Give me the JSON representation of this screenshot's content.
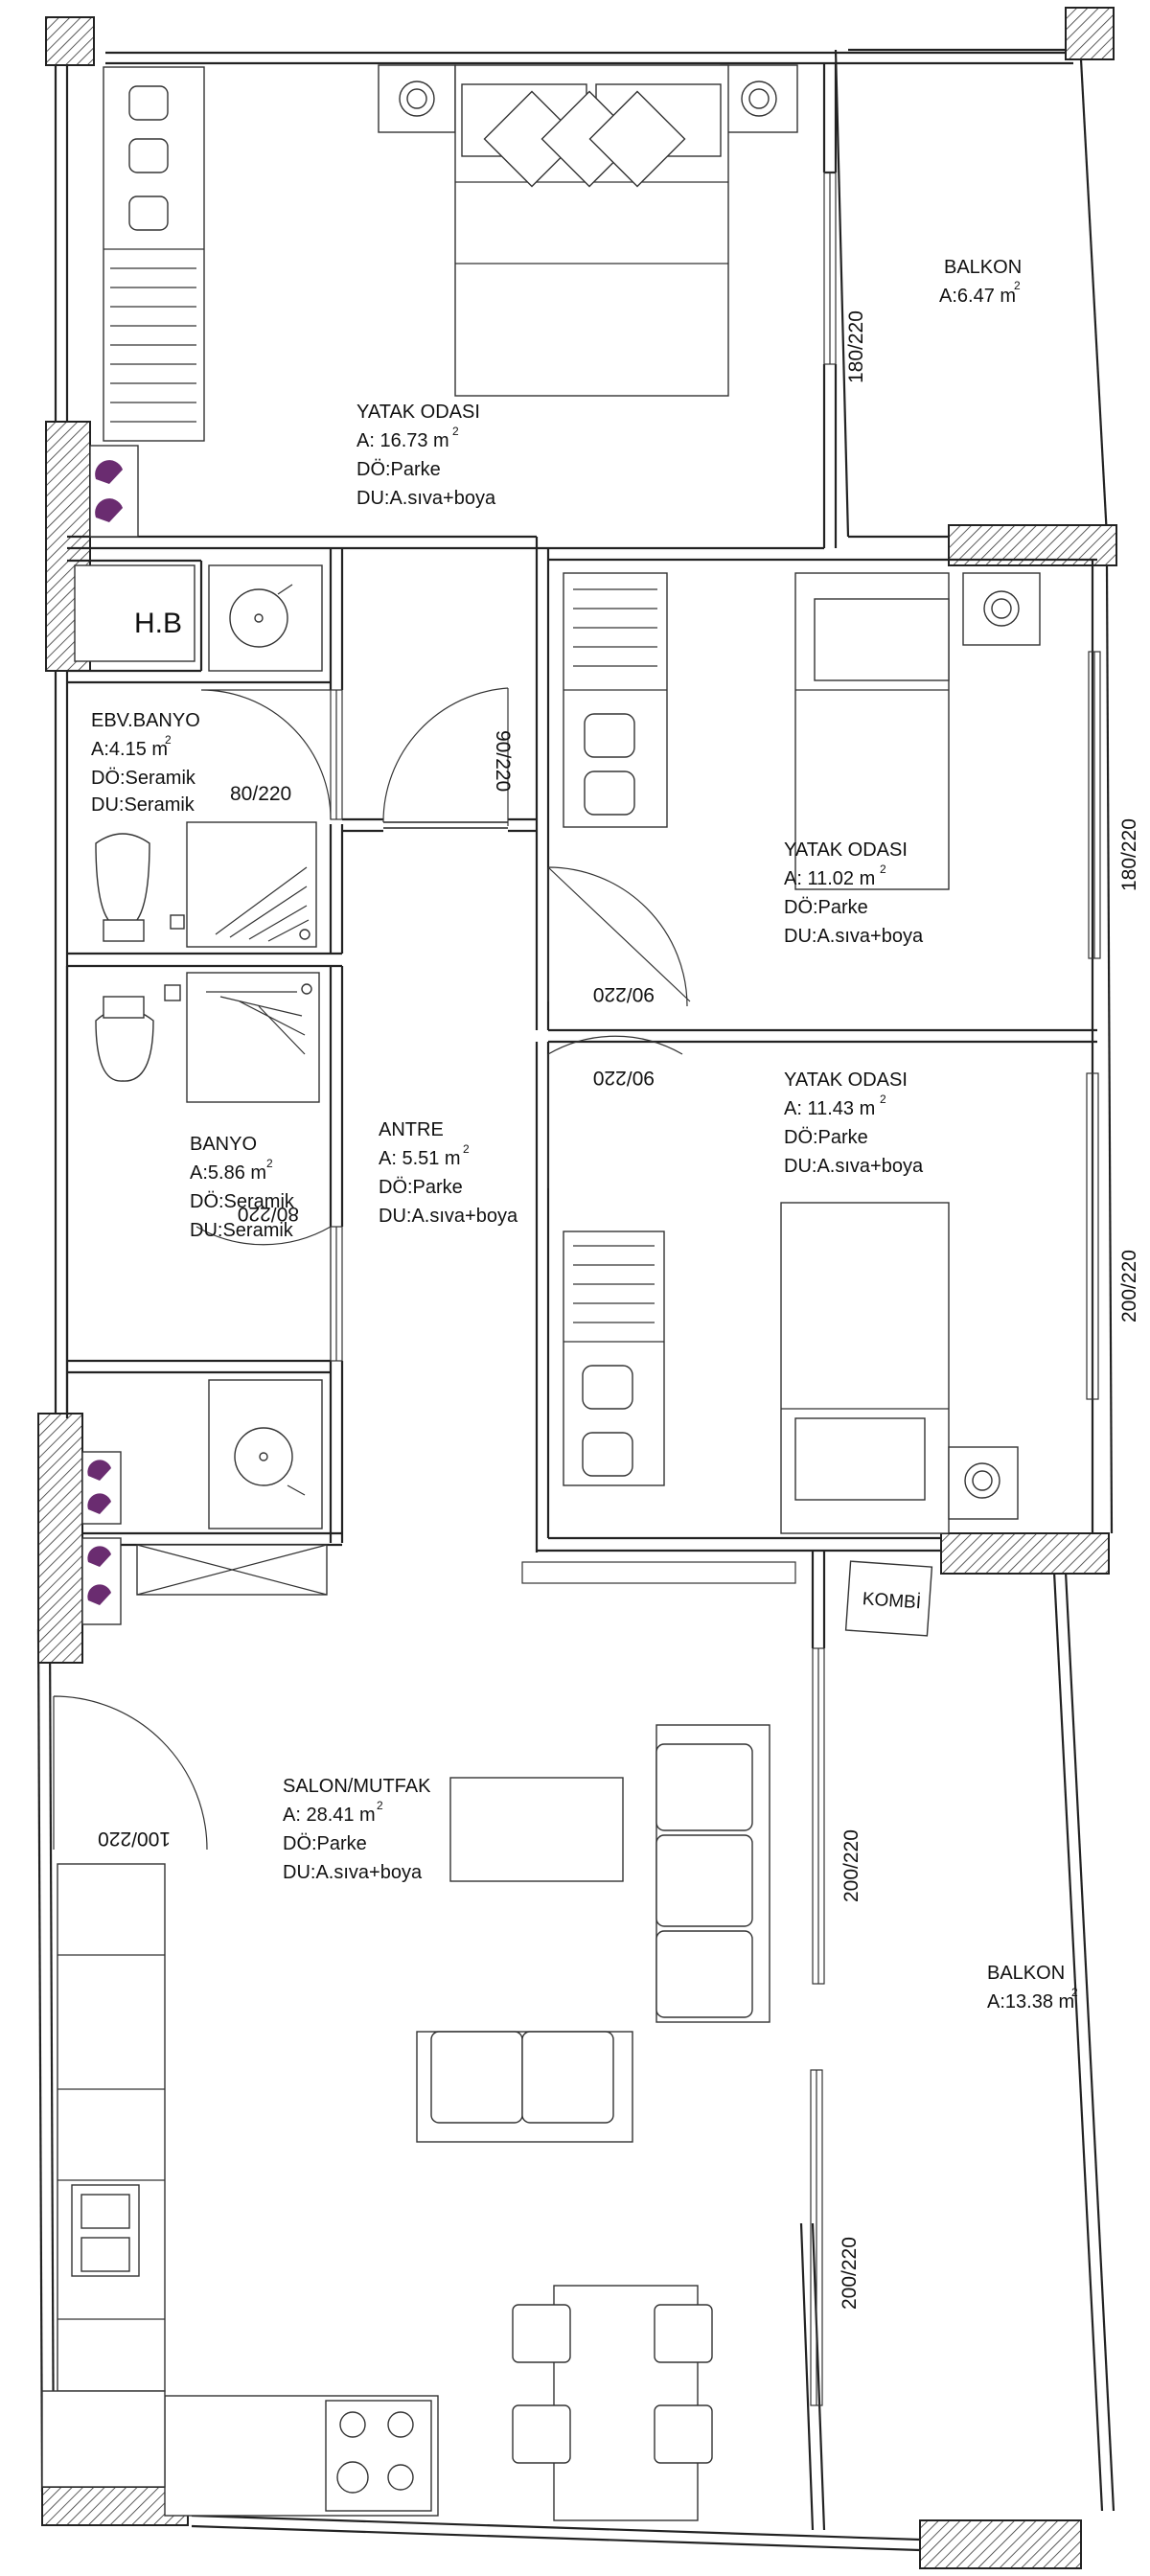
{
  "rooms": {
    "master_bedroom": {
      "name": "YATAK ODASI",
      "area": "A: 16.73 m",
      "floor": "DÖ:Parke",
      "wall": "DU:A.sıva+boya"
    },
    "balcony_top": {
      "name": "BALKON",
      "area": "A:6.47 m"
    },
    "ensuite_bath": {
      "name": "EBV.BANYO",
      "area": "A:4.15 m",
      "floor": "DÖ:Seramik",
      "wall": "DU:Seramik"
    },
    "bedroom_2": {
      "name": "YATAK ODASI",
      "area": "A: 11.02 m",
      "floor": "DÖ:Parke",
      "wall": "DU:A.sıva+boya"
    },
    "bedroom_3": {
      "name": "YATAK ODASI",
      "area": "A: 11.43 m",
      "floor": "DÖ:Parke",
      "wall": "DU:A.sıva+boya"
    },
    "bathroom": {
      "name": "BANYO",
      "area": "A:5.86 m",
      "floor": "DÖ:Seramik",
      "wall": "DU:Seramik"
    },
    "hall": {
      "name": "ANTRE",
      "area": "A: 5.51 m",
      "floor": "DÖ:Parke",
      "wall": "DU:A.sıva+boya"
    },
    "living_kitchen": {
      "name": "SALON/MUTFAK",
      "area": "A: 28.41 m",
      "floor": "DÖ:Parke",
      "wall": "DU:A.sıva+boya"
    },
    "balcony_bottom": {
      "name": "BALKON",
      "area": "A:13.38 m"
    }
  },
  "area_unit_exponent": "2",
  "labels": {
    "hb": "H.B",
    "kombi": "KOMBİ"
  },
  "dimensions": {
    "window_master": "180/220",
    "window_bed2": "180/220",
    "window_bed3": "200/220",
    "window_living_upper": "200/220",
    "window_living_lower": "200/220",
    "door_ensuite": "80/220",
    "door_master": "90/220",
    "door_bed2": "90/220",
    "door_bed3": "90/220",
    "door_bath": "80/220",
    "door_entry": "100/220"
  },
  "colors": {
    "lines": "#222222",
    "accent_fixture": "#6a2c70",
    "background": "#ffffff"
  }
}
